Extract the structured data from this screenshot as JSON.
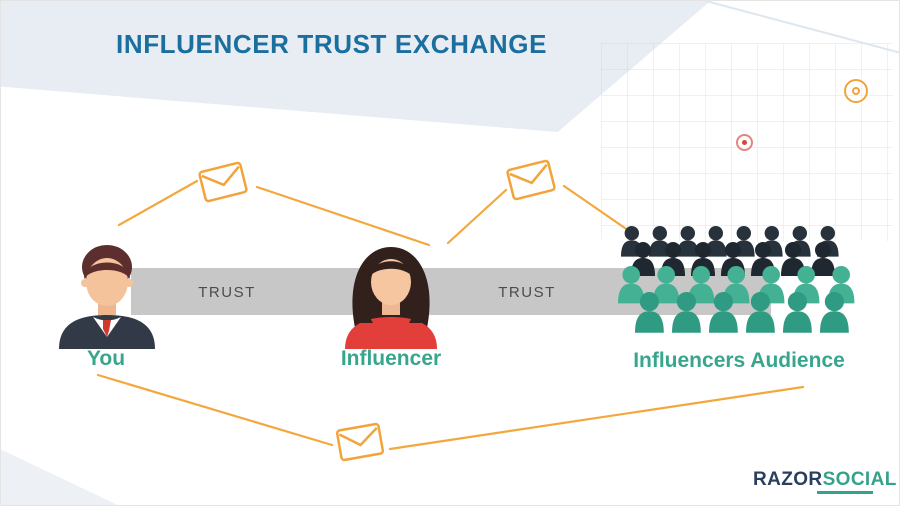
{
  "title": "INFLUENCER TRUST EXCHANGE",
  "trust": [
    "TRUST",
    "TRUST"
  ],
  "people": [
    {
      "id": "you",
      "label": "You"
    },
    {
      "id": "influencer",
      "label": "Influencer"
    },
    {
      "id": "audience",
      "label": "Influencers Audience"
    }
  ],
  "logo": {
    "razor": "RAZOR",
    "social": "SOCIAL"
  },
  "icons": {
    "envelope": "envelope-icon",
    "crowd": "audience-crowd-icon",
    "ring": "circle-ring-decoration"
  },
  "colors": {
    "accent_orange": "#f2a33a",
    "teal": "#36a28c",
    "title_blue": "#1b6f9f",
    "bar_gray": "#c7c7c7",
    "dark_silhouette": "#28323c",
    "band_blue": "#e7edf3"
  }
}
